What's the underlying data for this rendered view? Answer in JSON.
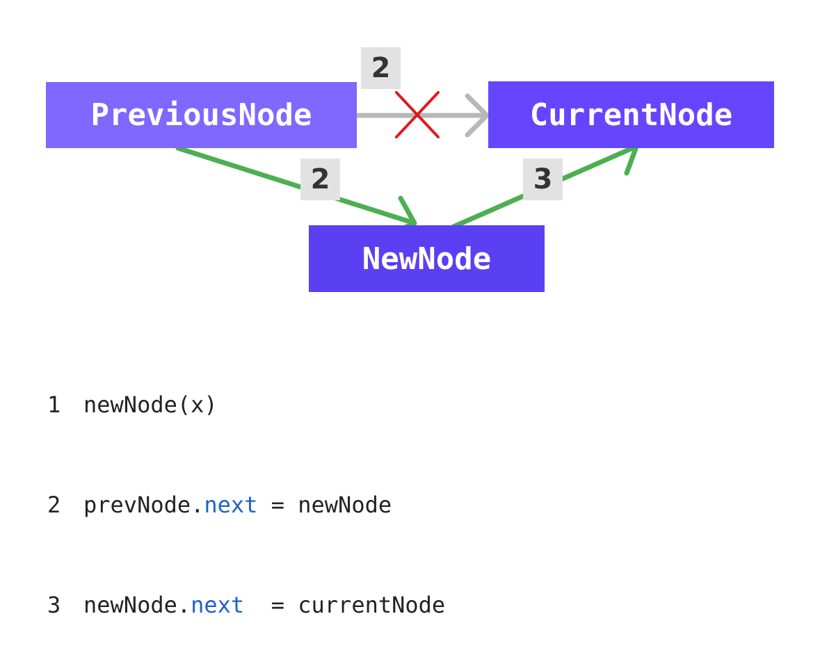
{
  "nodes": {
    "previous": "PreviousNode",
    "current": "CurrentNode",
    "new": "NewNode"
  },
  "badges": {
    "top": "2",
    "left": "2",
    "right": "3"
  },
  "colors": {
    "previous_node": "#7f67ff",
    "current_node": "#6645ff",
    "new_node": "#5b3ff2",
    "old_link": "#b8b8b8",
    "new_link": "#4caf50",
    "cross": "#e0191f",
    "keyword": "#1e63c4"
  },
  "code": [
    {
      "num": "1",
      "pre": "newNode(x)",
      "kw": "",
      "post": ""
    },
    {
      "num": "2",
      "pre": "prevNode.",
      "kw": "next",
      "post": " = newNode"
    },
    {
      "num": "3",
      "pre": "newNode.",
      "kw": "next",
      "post": "  = currentNode"
    }
  ]
}
